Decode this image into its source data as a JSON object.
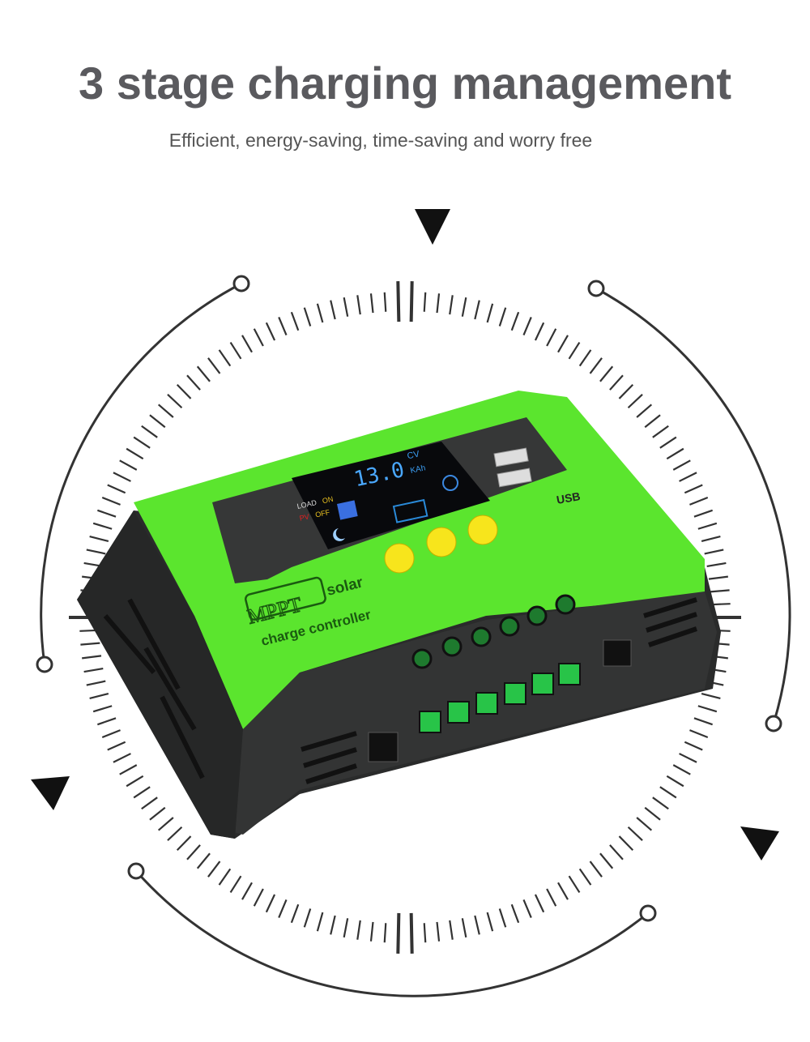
{
  "header": {
    "title": "3 stage charging management",
    "subtitle": "Efficient, energy-saving, time-saving and worry free"
  },
  "product": {
    "brand_logo": "MPPT",
    "label_line1": "solar",
    "label_line2": "charge controller",
    "display_value": "13.0",
    "display_units_top": "CV",
    "display_units_bottom": "KAh",
    "display_load": "LOAD",
    "display_on": "ON",
    "display_pv": "PV",
    "display_off": "OFF",
    "usb_label": "USB",
    "body_color": "#5be52e",
    "case_color": "#2f3030",
    "button_color": "#f7e51c"
  }
}
